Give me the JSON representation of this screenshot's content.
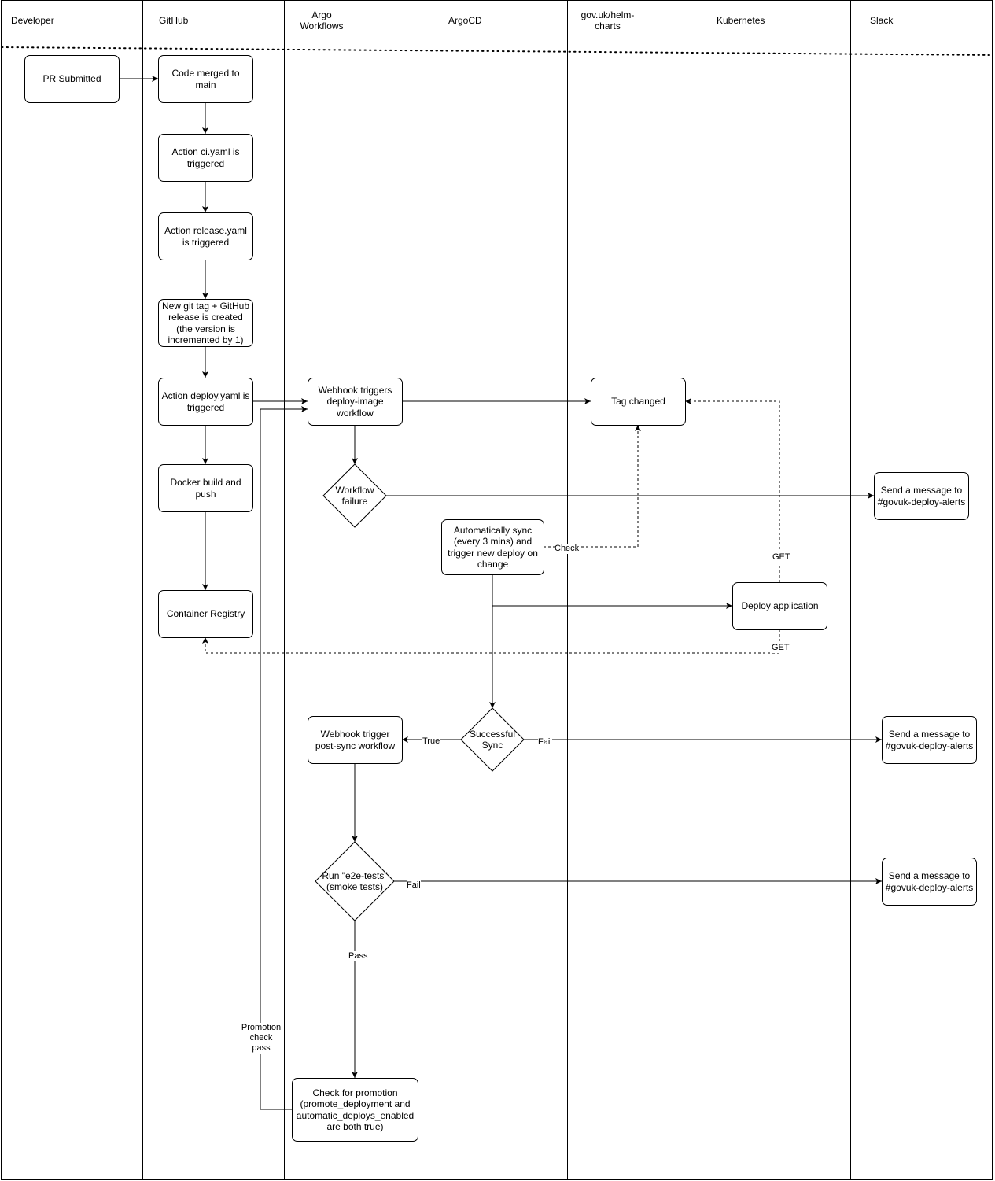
{
  "lanes": {
    "developer": "Developer",
    "github": "GitHub",
    "argo_workflows": "Argo\nWorkflows",
    "argocd": "ArgoCD",
    "helm_charts": "gov.uk/helm-\ncharts",
    "kubernetes": "Kubernetes",
    "slack": "Slack"
  },
  "nodes": {
    "pr_submitted": "PR Submitted",
    "code_merged": "Code merged to main",
    "ci_triggered": "Action ci.yaml is triggered",
    "release_triggered": "Action release.yaml is triggered",
    "git_tag_created": "New git tag + GitHub release is created (the version is incremented by 1)",
    "deploy_triggered": "Action deploy.yaml is triggered",
    "docker_build": "Docker build and push",
    "container_registry": "Container Registry",
    "webhook_deploy_image": "Webhook triggers deploy-image workflow",
    "workflow_failure": "Workflow failure",
    "tag_changed": "Tag changed",
    "slack_alert_1": "Send a message to #govuk-deploy-alerts",
    "auto_sync": "Automatically sync (every 3 mins) and trigger new deploy on change",
    "deploy_application": "Deploy application",
    "successful_sync": "Successful Sync",
    "webhook_post_sync": "Webhook trigger post-sync workflow",
    "slack_alert_2": "Send a message to #govuk-deploy-alerts",
    "run_e2e": "Run \"e2e-tests\" (smoke tests)",
    "slack_alert_3": "Send a message to #govuk-deploy-alerts",
    "check_promotion": "Check for promotion (promote_deployment and automatic_deploys_enabled are both true)"
  },
  "edge_labels": {
    "check": "Check",
    "get_tag": "GET",
    "get_image": "GET",
    "sync_true": "True",
    "sync_fail": "Fail",
    "e2e_fail": "Fail",
    "e2e_pass": "Pass",
    "promotion_pass": "Promotion\ncheck\npass"
  }
}
